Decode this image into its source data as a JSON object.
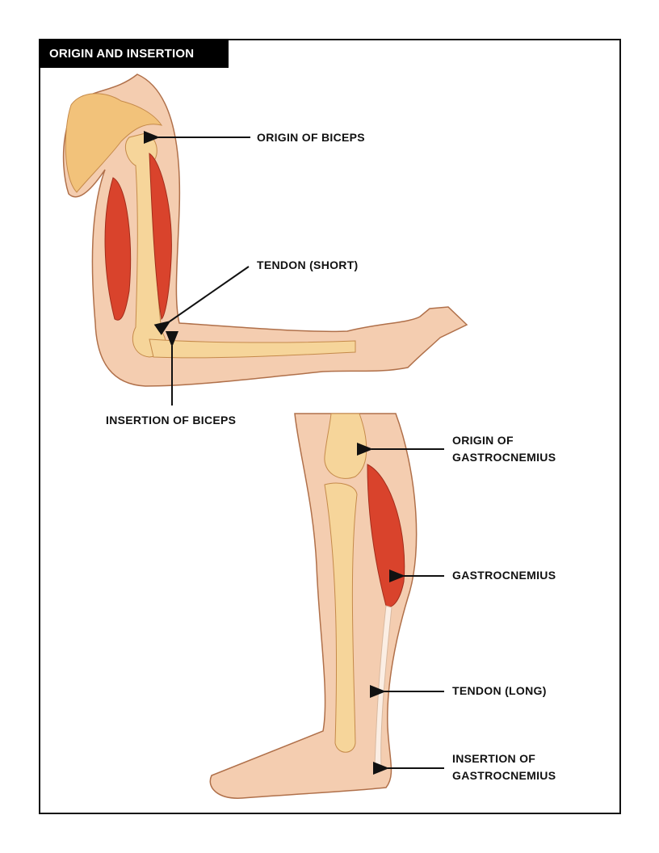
{
  "title": "ORIGIN AND INSERTION",
  "arm": {
    "origin_label": "ORIGIN OF BICEPS",
    "tendon_label": "TENDON (SHORT)",
    "insertion_label": "INSERTION OF BICEPS"
  },
  "leg": {
    "origin_label_1": "ORIGIN OF",
    "origin_label_2": "GASTROCNEMIUS",
    "muscle_label": "GASTROCNEMIUS",
    "tendon_label": "TENDON (LONG)",
    "insertion_label_1": "INSERTION OF",
    "insertion_label_2": "GASTROCNEMIUS"
  },
  "colors": {
    "skin": "#f3c7a4",
    "bone": "#f7d9a0",
    "muscle": "#d9432c",
    "outline": "#a8623a"
  }
}
